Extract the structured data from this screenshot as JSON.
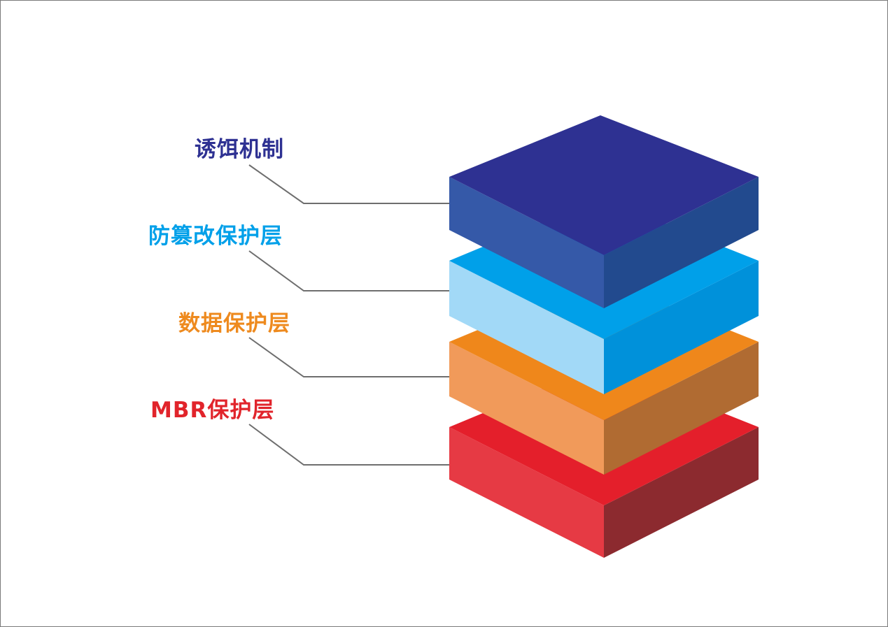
{
  "layers": [
    {
      "label": "诱饵机制",
      "label_color": "#2e3192",
      "top_color": "#2e3192",
      "left_color": "#3559a8",
      "right_color": "#224a8e"
    },
    {
      "label": "防篡改保护层",
      "label_color": "#00a0e9",
      "top_color": "#00a0e9",
      "left_color": "#a2d9f7",
      "right_color": "#0091da"
    },
    {
      "label": "数据保护层",
      "label_color": "#ee8a1e",
      "top_color": "#ef871b",
      "left_color": "#f19a5a",
      "right_color": "#b06b32"
    },
    {
      "label": "MBR保护层",
      "label_color": "#e1242b",
      "top_color": "#e41f2b",
      "left_color": "#e63a44",
      "right_color": "#8c2a2f"
    }
  ],
  "leader_line_color": "#6e6e6e"
}
